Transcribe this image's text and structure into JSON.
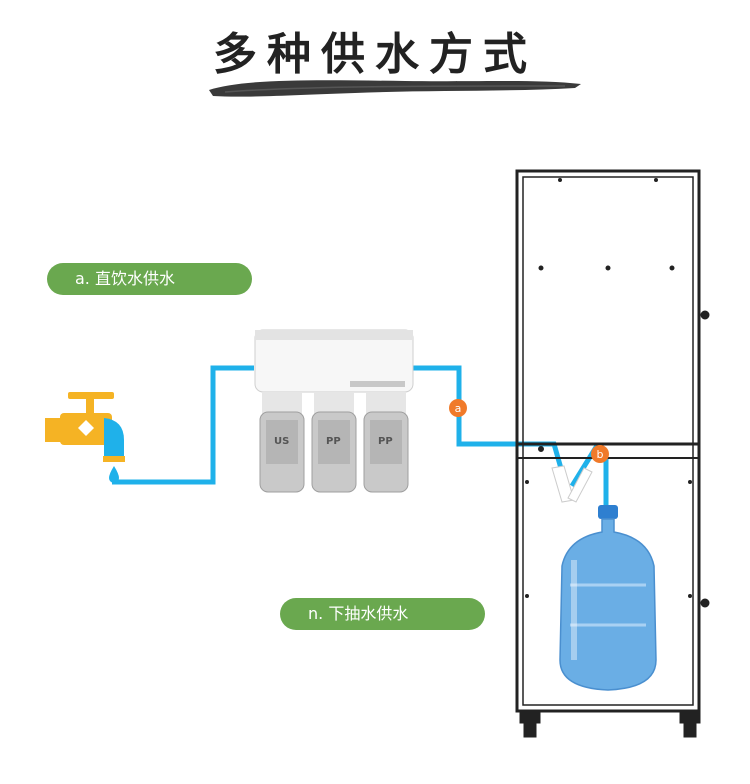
{
  "title": "多种供水方式",
  "options": {
    "a": "a. 直饮水供水",
    "b": "n. 下抽水供水"
  },
  "markers": [
    "a",
    "b"
  ],
  "cartridges": [
    "US",
    "PP",
    "PP"
  ],
  "colors": {
    "pipe": "#1fb1ea",
    "pill": "#6aa84f",
    "marker": "#f07a2a",
    "faucet": "#f5b324",
    "bottle": "#6aaee5"
  }
}
